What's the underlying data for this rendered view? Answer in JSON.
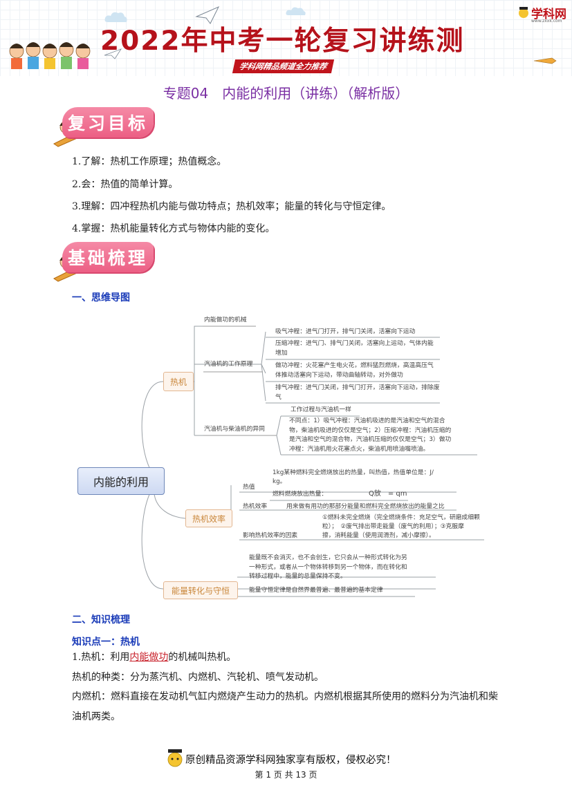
{
  "banner": {
    "title": "2022年中考一轮复习讲练测",
    "subtitle": "学科网精品频道全力推荐",
    "logo": "学科网",
    "logo_url": "www.zxxk.com"
  },
  "doc_title": "专题04　内能的利用（讲练）（解析版）",
  "sections": {
    "review_goals": "复习目标",
    "basics": "基础梳理"
  },
  "goals": [
    "1.了解：热机工作原理；热值概念。",
    "2.会：热值的简单计算。",
    "3.理解：四冲程热机内能与做功特点；热机效率；能量的转化与守恒定律。",
    "4.掌握：热机能量转化方式与物体内能的变化。"
  ],
  "headings": {
    "mind_map": "一、思维导图",
    "knowledge": "二、知识梳理",
    "point1": "知识点一：热机"
  },
  "mindmap": {
    "root": "内能的利用",
    "heat_engine": {
      "label": "热机",
      "mechanism": "内能做功的机械",
      "gas_working": "汽油机的工作原理",
      "strokes": [
        "吸气冲程：进气门打开，排气门关闭，活塞向下运动",
        "压缩冲程：进气门、排气门关闭，活塞向上运动，气体内能",
        "增加",
        "做功冲程：火花塞产生电火花，燃料猛烈燃烧，高温高压气",
        "体推动活塞向下运动，带动曲轴转动，对外做功",
        "排气冲程：进气门关闭，排气门打开，活塞向下运动，排除废",
        "气"
      ],
      "diff": "汽油机与柴油机的异同",
      "same": "工作过程与汽油机一样",
      "diff_text": [
        "不同点：1）吸气冲程：汽油机吸进的是汽油和空气的混合",
        "物，柴油机吸进的仅仅是空气；2）压缩冲程：汽油机压缩的",
        "是汽油和空气的混合物，汽油机压缩的仅仅是空气；3）做功",
        "冲程：汽油机用火花塞点火，柴油机用喷油嘴喷油。"
      ]
    },
    "efficiency": {
      "label": "热机效率",
      "heat_value": "热值",
      "heat_value_def": [
        "1kg某种燃料完全燃烧放出的热量，叫热值，热值单位是：J/",
        "kg。"
      ],
      "formula_label": "燃料燃烧放出热量：",
      "formula": "Q放　= qm",
      "eff": "热机效率",
      "eff_def": "用来做有用功的那部分能量和燃料完全燃烧放出的能量之比",
      "factors": "影响热机效率的因素",
      "factors_text": [
        "①燃料未完全燃烧（完全燃烧条件：充足空气，研磨成细颗",
        "粒）；　②废气排出带走能量（废气的利用）；③克服摩",
        "擦，消耗能量（使用润滑剂，减小摩擦）。"
      ]
    },
    "conservation": {
      "label": "能量转化与守恒",
      "text": [
        "能量既不会消灭，也不会创生，它只会从一种形式转化为另",
        "一种形式，或者从一个物体转移到另一个物体，而在转化和",
        "转移过程中，能量的总量保持不变。"
      ],
      "law": "能量守恒定律是自然界最普遍、最普遍的基本定律"
    }
  },
  "knowledge": {
    "p1_pre": "1.热机：利用",
    "p1_under": "内能做功",
    "p1_post": "的机械叫热机。",
    "p2": "热机的种类：分为蒸汽机、内燃机、汽轮机、喷气发动机。",
    "p3": "内燃机：燃料直接在发动机气缸内燃烧产生动力的热机。内燃机根据其所使用的燃料分为汽油机和柴",
    "p4": "油机两类。"
  },
  "footer": {
    "copyright": "原创精品资源学科网独家享有版权，侵权必究！",
    "page": "第 1 页 共 13 页"
  }
}
